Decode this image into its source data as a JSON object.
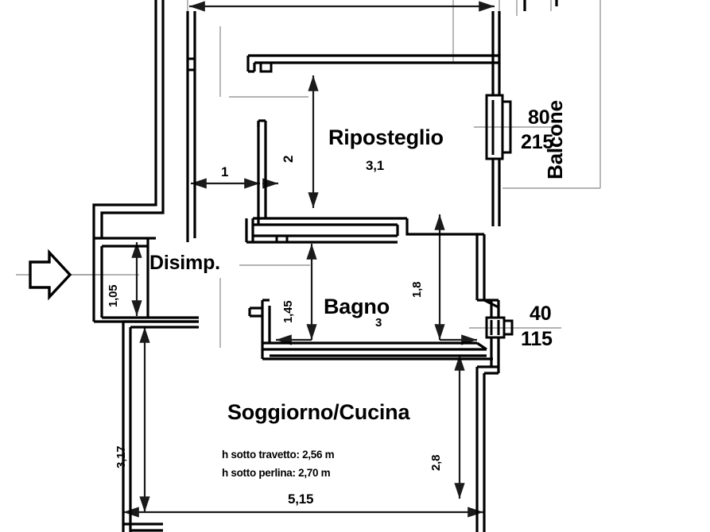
{
  "document": {
    "type": "floor-plan",
    "language": "it"
  },
  "rooms": [
    {
      "id": "riposteglio",
      "name": "Riposteglio",
      "dimension": "3,1"
    },
    {
      "id": "disimpegno",
      "name": "Disimp."
    },
    {
      "id": "bagno",
      "name": "Bagno",
      "sub": "3"
    },
    {
      "id": "soggiorno-cucina",
      "name": "Soggiorno/Cucina"
    },
    {
      "id": "balcone",
      "name": "Balcone"
    }
  ],
  "notes": [
    "h sotto travetto: 2,56 m",
    "h sotto perlina: 2,70 m"
  ],
  "dimensions": {
    "riposteglio_width": "3,1",
    "riposteglio_height": "2",
    "corridor_width": "1",
    "disimp_height": "1,05",
    "bagno_left_height": "1,45",
    "bagno_right_height": "1,8",
    "soggiorno_height": "2,8",
    "left_height": "3,17",
    "bottom_width": "5,15"
  },
  "openings": [
    {
      "id": "balcony-door",
      "width": "80",
      "height": "215"
    },
    {
      "id": "bathroom-window",
      "width": "40",
      "height": "115"
    }
  ],
  "colors": {
    "line": "#000000",
    "thin_line": "#999999",
    "background": "#ffffff"
  }
}
